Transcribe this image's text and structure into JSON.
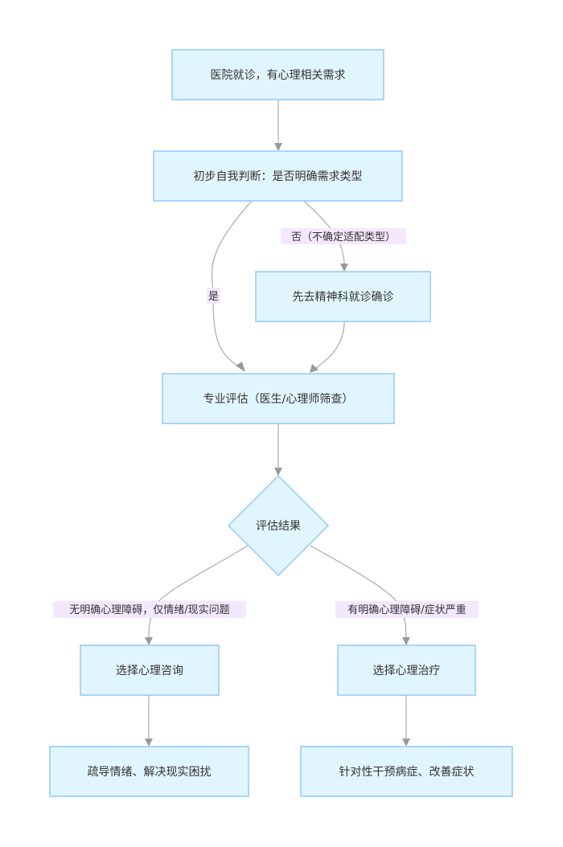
{
  "diagram": {
    "type": "flowchart",
    "colors": {
      "node_fill": "#e1f5fe",
      "node_stroke": "#90caf9",
      "edge": "#b0b0b0",
      "arrow": "#999999",
      "label_bg": "#f3e8fd",
      "text": "#333333"
    },
    "nodes": {
      "start": {
        "label": "医院就诊，有心理相关需求",
        "shape": "rect"
      },
      "self_judge": {
        "label": "初步自我判断：是否明确需求类型",
        "shape": "rect"
      },
      "psychiatry": {
        "label": "先去精神科就诊确诊",
        "shape": "rect"
      },
      "assessment": {
        "label": "专业评估（医生/心理师筛查）",
        "shape": "rect"
      },
      "result": {
        "label": "评估结果",
        "shape": "diamond"
      },
      "counseling": {
        "label": "选择心理咨询",
        "shape": "rect"
      },
      "therapy": {
        "label": "选择心理治疗",
        "shape": "rect"
      },
      "counseling_outcome": {
        "label": "疏导情绪、解决现实困扰",
        "shape": "rect"
      },
      "therapy_outcome": {
        "label": "针对性干预病症、改善症状",
        "shape": "rect"
      }
    },
    "edges": [
      {
        "from": "start",
        "to": "self_judge",
        "label": ""
      },
      {
        "from": "self_judge",
        "to": "assessment",
        "label": "是"
      },
      {
        "from": "self_judge",
        "to": "psychiatry",
        "label": "否（不确定适配类型）"
      },
      {
        "from": "psychiatry",
        "to": "assessment",
        "label": ""
      },
      {
        "from": "assessment",
        "to": "result",
        "label": ""
      },
      {
        "from": "result",
        "to": "counseling",
        "label": "无明确心理障碍，仅情绪/现实问题"
      },
      {
        "from": "result",
        "to": "therapy",
        "label": "有明确心理障碍/症状严重"
      },
      {
        "from": "counseling",
        "to": "counseling_outcome",
        "label": ""
      },
      {
        "from": "therapy",
        "to": "therapy_outcome",
        "label": ""
      }
    ]
  }
}
